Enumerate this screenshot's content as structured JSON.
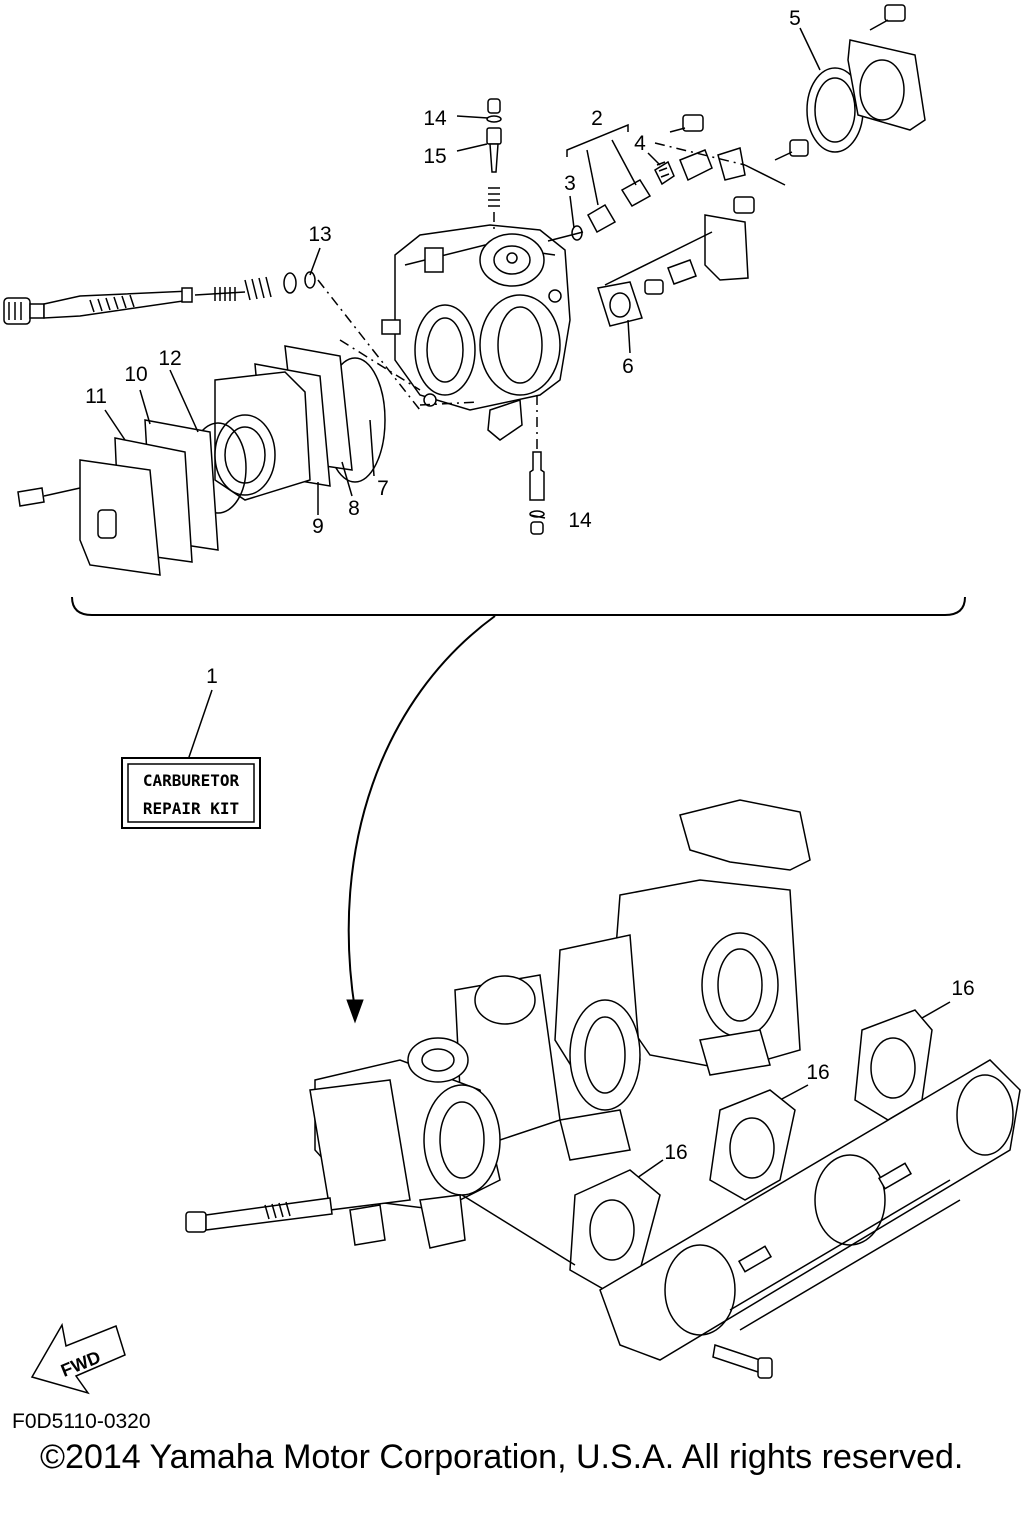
{
  "callouts": {
    "c1": "1",
    "c2": "2",
    "c3": "3",
    "c4": "4",
    "c5": "5",
    "c6": "6",
    "c7": "7",
    "c8": "8",
    "c9": "9",
    "c10": "10",
    "c11": "11",
    "c12": "12",
    "c13": "13",
    "c14a": "14",
    "c14b": "14",
    "c15": "15",
    "c16a": "16",
    "c16b": "16",
    "c16c": "16"
  },
  "kit_label": {
    "line1": "CARBURETOR",
    "line2": "REPAIR KIT"
  },
  "fwd_label": "FWD",
  "diagram_code": "F0D5110-0320",
  "copyright": "©2014 Yamaha Motor Corporation, U.S.A. All rights reserved."
}
